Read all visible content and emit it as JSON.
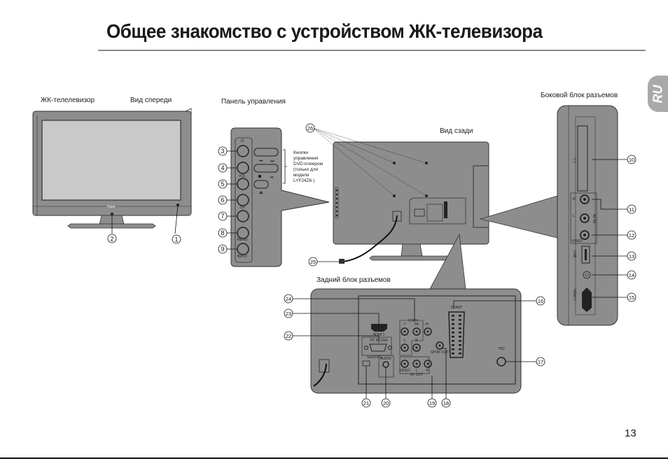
{
  "page": {
    "title": "Общее знакомство с устройством ЖК-телевизора",
    "page_number": "13",
    "language_tab": "RU"
  },
  "front_view": {
    "label_left": "ЖК-телелевизор",
    "label_right": "Вид спереди",
    "brand": "Haier",
    "callouts": [
      "1",
      "2"
    ]
  },
  "control_panel": {
    "label": "Панель управления",
    "buttons": [
      {
        "num": "3",
        "label": "⏻",
        "name": "power"
      },
      {
        "num": "4",
        "label": "VOL +",
        "name": "vol-up"
      },
      {
        "num": "5",
        "label": "VOL −",
        "name": "vol-down"
      },
      {
        "num": "6",
        "label": "CH ▲",
        "name": "ch-up"
      },
      {
        "num": "7",
        "label": "CH ▼",
        "name": "ch-down"
      },
      {
        "num": "8",
        "label": "MENU",
        "name": "menu"
      },
      {
        "num": "9",
        "label": "INPUT",
        "name": "input"
      }
    ],
    "vol_label": "VOL",
    "ch_label": "CH",
    "menu_label": "MENU",
    "input_label": "INPUT",
    "dvd_note": "Кнопки\nуправления\nDVD-плеером\n(только для\nмодели\nLYF24Z6 )"
  },
  "rear_view": {
    "label": "Вид сзади",
    "callouts": [
      "26",
      "25"
    ]
  },
  "rear_connectors": {
    "label": "Задний блок разъемов",
    "ports": {
      "hdmi1": "HDMI 1",
      "vga": "PC IN VGA",
      "service": "SERVICE",
      "audio": "AUDIO",
      "ypbpr": "YPbPr",
      "y": "Y",
      "pb": "Pb",
      "pr": "Pr",
      "l": "L",
      "r": "R",
      "spdif": "SPDIF OUT",
      "video": "VIDEO",
      "av_out": "AV OUT",
      "scart": "SCART",
      "antenna": "75Ω"
    },
    "callouts": [
      "16",
      "17",
      "18",
      "19",
      "20",
      "21",
      "22",
      "23",
      "24"
    ]
  },
  "side_connectors": {
    "label": "Боковой блок разъемов",
    "ports": {
      "ci": "C.I.",
      "r": "R",
      "l": "L",
      "av_in": "AV IN",
      "video": "VIDEO",
      "usb": "USB",
      "headphone": "🎧",
      "hdmi2": "HDMI 2"
    },
    "callouts": [
      "10",
      "11",
      "12",
      "13",
      "14",
      "15"
    ]
  }
}
